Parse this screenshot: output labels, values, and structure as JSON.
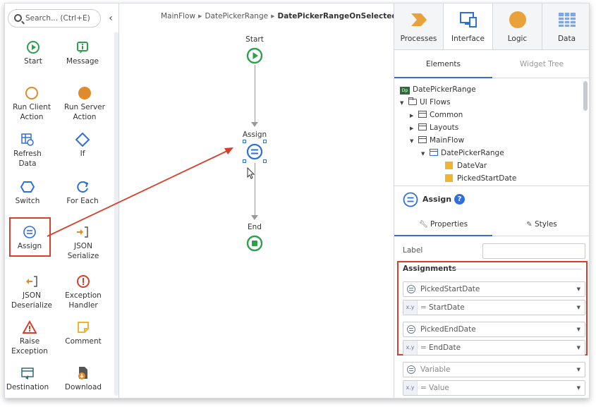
{
  "toolbox": {
    "search_placeholder": "Search... (Ctrl+E)",
    "items": [
      {
        "label": "Start",
        "icon": "play-circle-icon",
        "color": "#2e9e4f"
      },
      {
        "label": "Message",
        "icon": "message-info-icon",
        "color": "#2e9e4f"
      },
      {
        "label": "Run Client\nAction",
        "icon": "circle-outline-icon",
        "color": "#e08a2c"
      },
      {
        "label": "Run Server\nAction",
        "icon": "circle-filled-icon",
        "color": "#e08a2c"
      },
      {
        "label": "Refresh\nData",
        "icon": "refresh-table-icon",
        "color": "#2f6fd8"
      },
      {
        "label": "If",
        "icon": "diamond-icon",
        "color": "#2f6fd8"
      },
      {
        "label": "Switch",
        "icon": "hexagon-icon",
        "color": "#2f6fd8"
      },
      {
        "label": "For Each",
        "icon": "loop-icon",
        "color": "#2f6fd8"
      },
      {
        "label": "Assign",
        "icon": "assign-icon",
        "color": "#2f6fd8"
      },
      {
        "label": "JSON\nSerialize",
        "icon": "json-serialize-icon",
        "color": "#e08a2c"
      },
      {
        "label": "JSON\nDeserialize",
        "icon": "json-deserialize-icon",
        "color": "#e08a2c"
      },
      {
        "label": "Exception\nHandler",
        "icon": "exception-handler-icon",
        "color": "#d6402b"
      },
      {
        "label": "Raise\nException",
        "icon": "warning-icon",
        "color": "#d6402b"
      },
      {
        "label": "Comment",
        "icon": "comment-icon",
        "color": "#f1b42f"
      },
      {
        "label": "Destination",
        "icon": "destination-icon",
        "color": "#2e6b7a"
      },
      {
        "label": "Download",
        "icon": "download-icon",
        "color": "#555555"
      }
    ]
  },
  "canvas": {
    "breadcrumb": [
      "MainFlow",
      "DatePickerRange",
      "DatePickerRangeOnSelected"
    ],
    "nodes": {
      "start": "Start",
      "assign": "Assign",
      "end": "End"
    }
  },
  "right": {
    "tabs": [
      "Processes",
      "Interface",
      "Logic",
      "Data"
    ],
    "subtabs": [
      "Elements",
      "Widget Tree"
    ],
    "tree": [
      {
        "label": "DatePickerRange",
        "kind": "dp"
      },
      {
        "label": "UI Flows",
        "kind": "folder",
        "caret": "down"
      },
      {
        "label": "Common",
        "kind": "screen",
        "caret": "right"
      },
      {
        "label": "Layouts",
        "kind": "screen",
        "caret": "right"
      },
      {
        "label": "MainFlow",
        "kind": "screen",
        "caret": "down"
      },
      {
        "label": "DatePickerRange",
        "kind": "screen",
        "caret": "down"
      },
      {
        "label": "DateVar",
        "kind": "var"
      },
      {
        "label": "PickedStartDate",
        "kind": "var"
      }
    ],
    "props_title": "Assign",
    "prop_tabs": [
      "Properties",
      "Styles"
    ],
    "label_field": {
      "label": "Label",
      "value": ""
    },
    "assignments_title": "Assignments",
    "rows": [
      {
        "kind": "var",
        "text": "PickedStartDate"
      },
      {
        "kind": "xy",
        "text": "StartDate"
      },
      {
        "kind": "var",
        "text": "PickedEndDate"
      },
      {
        "kind": "xy",
        "text": "EndDate"
      },
      {
        "kind": "var",
        "text": "Variable"
      },
      {
        "kind": "xy",
        "text": "Value"
      }
    ]
  },
  "colors": {
    "accent": "#2f6fd8",
    "highlight": "#d6402b",
    "start": "#2e9e4f"
  }
}
